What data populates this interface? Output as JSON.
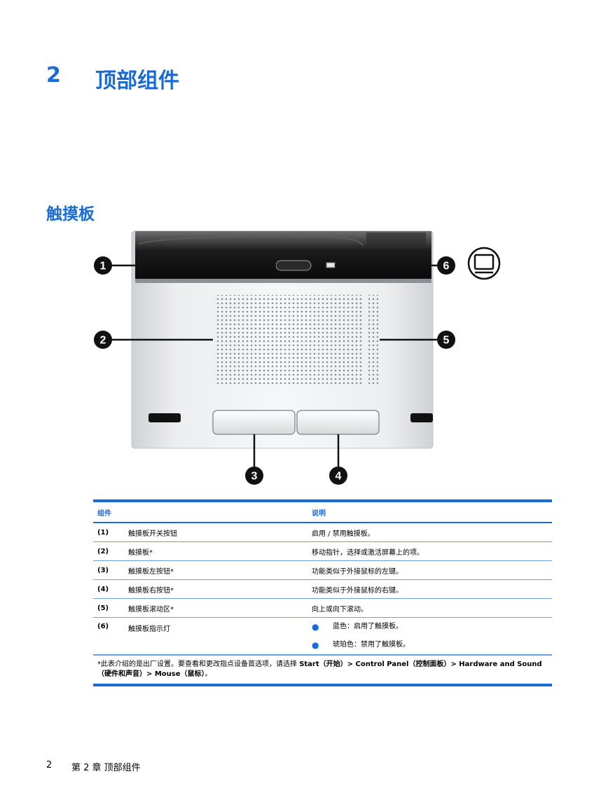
{
  "chapter": {
    "number": "2",
    "title": "顶部组件"
  },
  "section": {
    "title": "触摸板"
  },
  "figure": {
    "callouts": [
      "1",
      "2",
      "3",
      "4",
      "5",
      "6"
    ],
    "icon": "touchpad-icon"
  },
  "table": {
    "headers": {
      "component": "组件",
      "description": "说明"
    },
    "rows": [
      {
        "num": "(1)",
        "component": "触摸板开关按钮",
        "description": "启用 / 禁用触摸板。"
      },
      {
        "num": "(2)",
        "component": "触摸板*",
        "description": "移动指针，选择或激活屏幕上的项。"
      },
      {
        "num": "(3)",
        "component": "触摸板左按钮*",
        "description": "功能类似于外接鼠标的左键。"
      },
      {
        "num": "(4)",
        "component": "触摸板右按钮*",
        "description": "功能类似于外接鼠标的右键。"
      },
      {
        "num": "(5)",
        "component": "触摸板滚动区*",
        "description": "向上或向下滚动。"
      },
      {
        "num": "(6)",
        "component": "触摸板指示灯",
        "bullets": [
          "蓝色：启用了触摸板。",
          "琥珀色：禁用了触摸板。"
        ]
      }
    ],
    "note": {
      "prefix": "*此表介绍的是出厂设置。要查看和更改指点设备首选项，请选择 ",
      "path1": "Start（开始）> Control Panel（控制面板）> Hardware and Sound（硬件和声音）> Mouse（鼠标）",
      "suffix": "。"
    }
  },
  "footer": {
    "page_number": "2",
    "text": "第 2 章   顶部组件"
  },
  "colors": {
    "accent": "#1a6bd6"
  }
}
